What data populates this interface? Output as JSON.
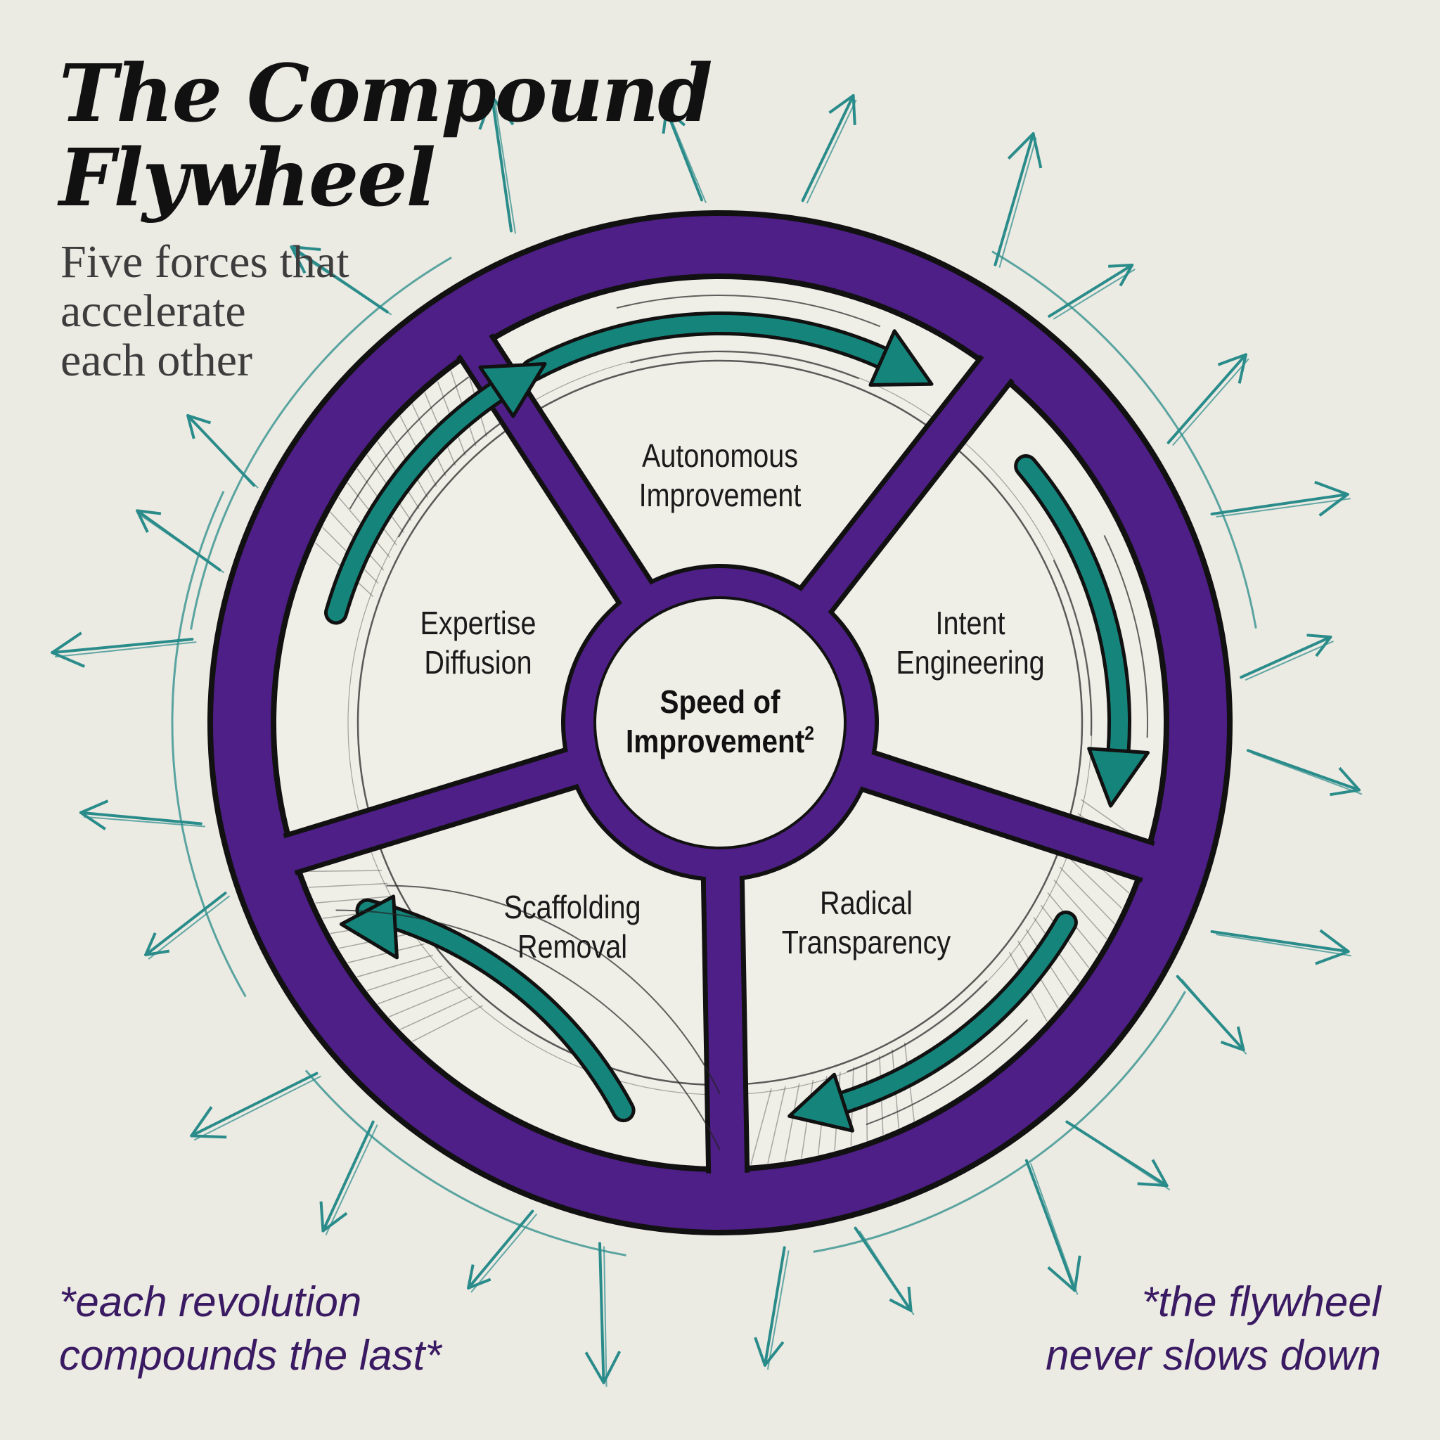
{
  "title": {
    "line1": "The Compound",
    "line2": "Flywheel"
  },
  "subtitle": {
    "line1": "Five forces that",
    "line2": "accelerate",
    "line3": "each other"
  },
  "hub": {
    "line1": "Speed of",
    "line2": "Improvement",
    "superscript": "2"
  },
  "segments": [
    {
      "line1": "Autonomous",
      "line2": "Improvement"
    },
    {
      "line1": "Intent",
      "line2": "Engineering"
    },
    {
      "line1": "Radical",
      "line2": "Transparency"
    },
    {
      "line1": "Scaffolding",
      "line2": "Removal"
    },
    {
      "line1": "Expertise",
      "line2": "Diffusion"
    }
  ],
  "notes": {
    "left": {
      "line1": "*each revolution",
      "line2": "compounds the last*"
    },
    "right": {
      "line1": "*the flywheel",
      "line2": "never slows down"
    }
  },
  "colors": {
    "background": "#ebeae3",
    "wheel_purple": "#4e1f86",
    "flow_teal": "#15857c",
    "sketch_teal": "#2a8c8a",
    "ink": "#111111",
    "note_purple": "#3a1a62"
  },
  "icons": {
    "flow_arrows": "clockwise-arrow-icon",
    "burst_arrows": "outward-arrow-icon"
  }
}
